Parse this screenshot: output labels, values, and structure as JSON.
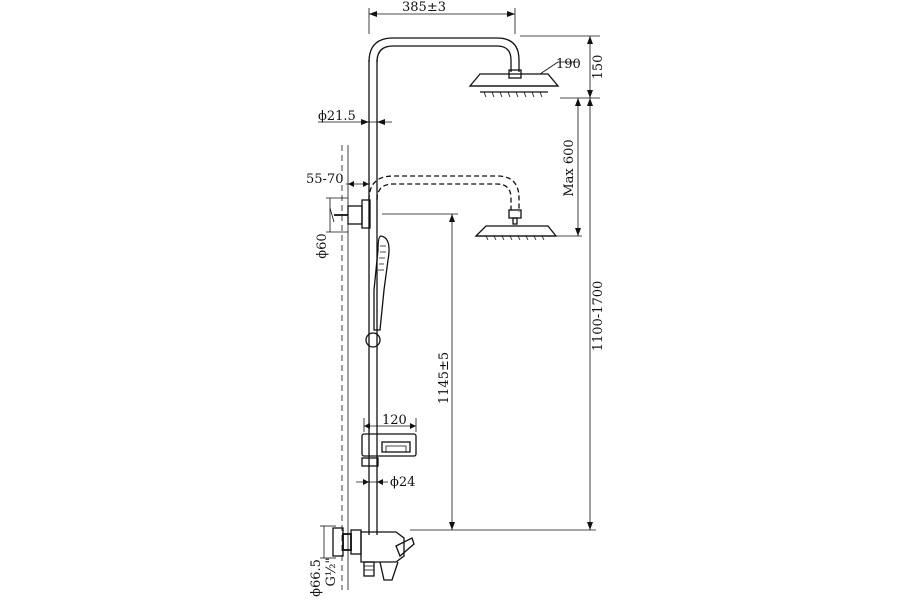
{
  "dimensions": {
    "arm_reach": "385±3",
    "head_diameter": "190",
    "head_drop": "150",
    "pipe_diameter": "ϕ21.5",
    "max_adjust": "Max 600",
    "wall_gap": "55-70",
    "bracket_diameter": "ϕ60",
    "total_height": "1100-1700",
    "lower_height": "1145±5",
    "shelf_width": "120",
    "lower_pipe_diameter": "ϕ24",
    "flange_diameter": "ϕ66.5",
    "inlet_thread": "G½\""
  }
}
